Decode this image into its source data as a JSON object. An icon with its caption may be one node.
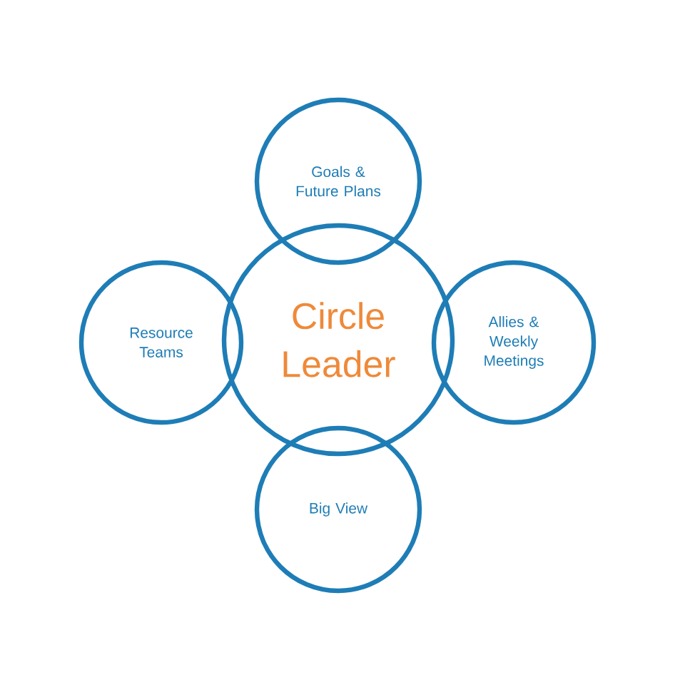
{
  "diagram": {
    "nodes": [
      {
        "text": [
          "Circle Leader"
        ]
      },
      {
        "text": [
          "Goals & Future Plans"
        ]
      },
      {
        "text": [
          "Resource Teams"
        ]
      },
      {
        "text": [
          "Allies & Weekly Meetings"
        ]
      },
      {
        "text": [
          "Big View"
        ]
      }
    ]
  }
}
